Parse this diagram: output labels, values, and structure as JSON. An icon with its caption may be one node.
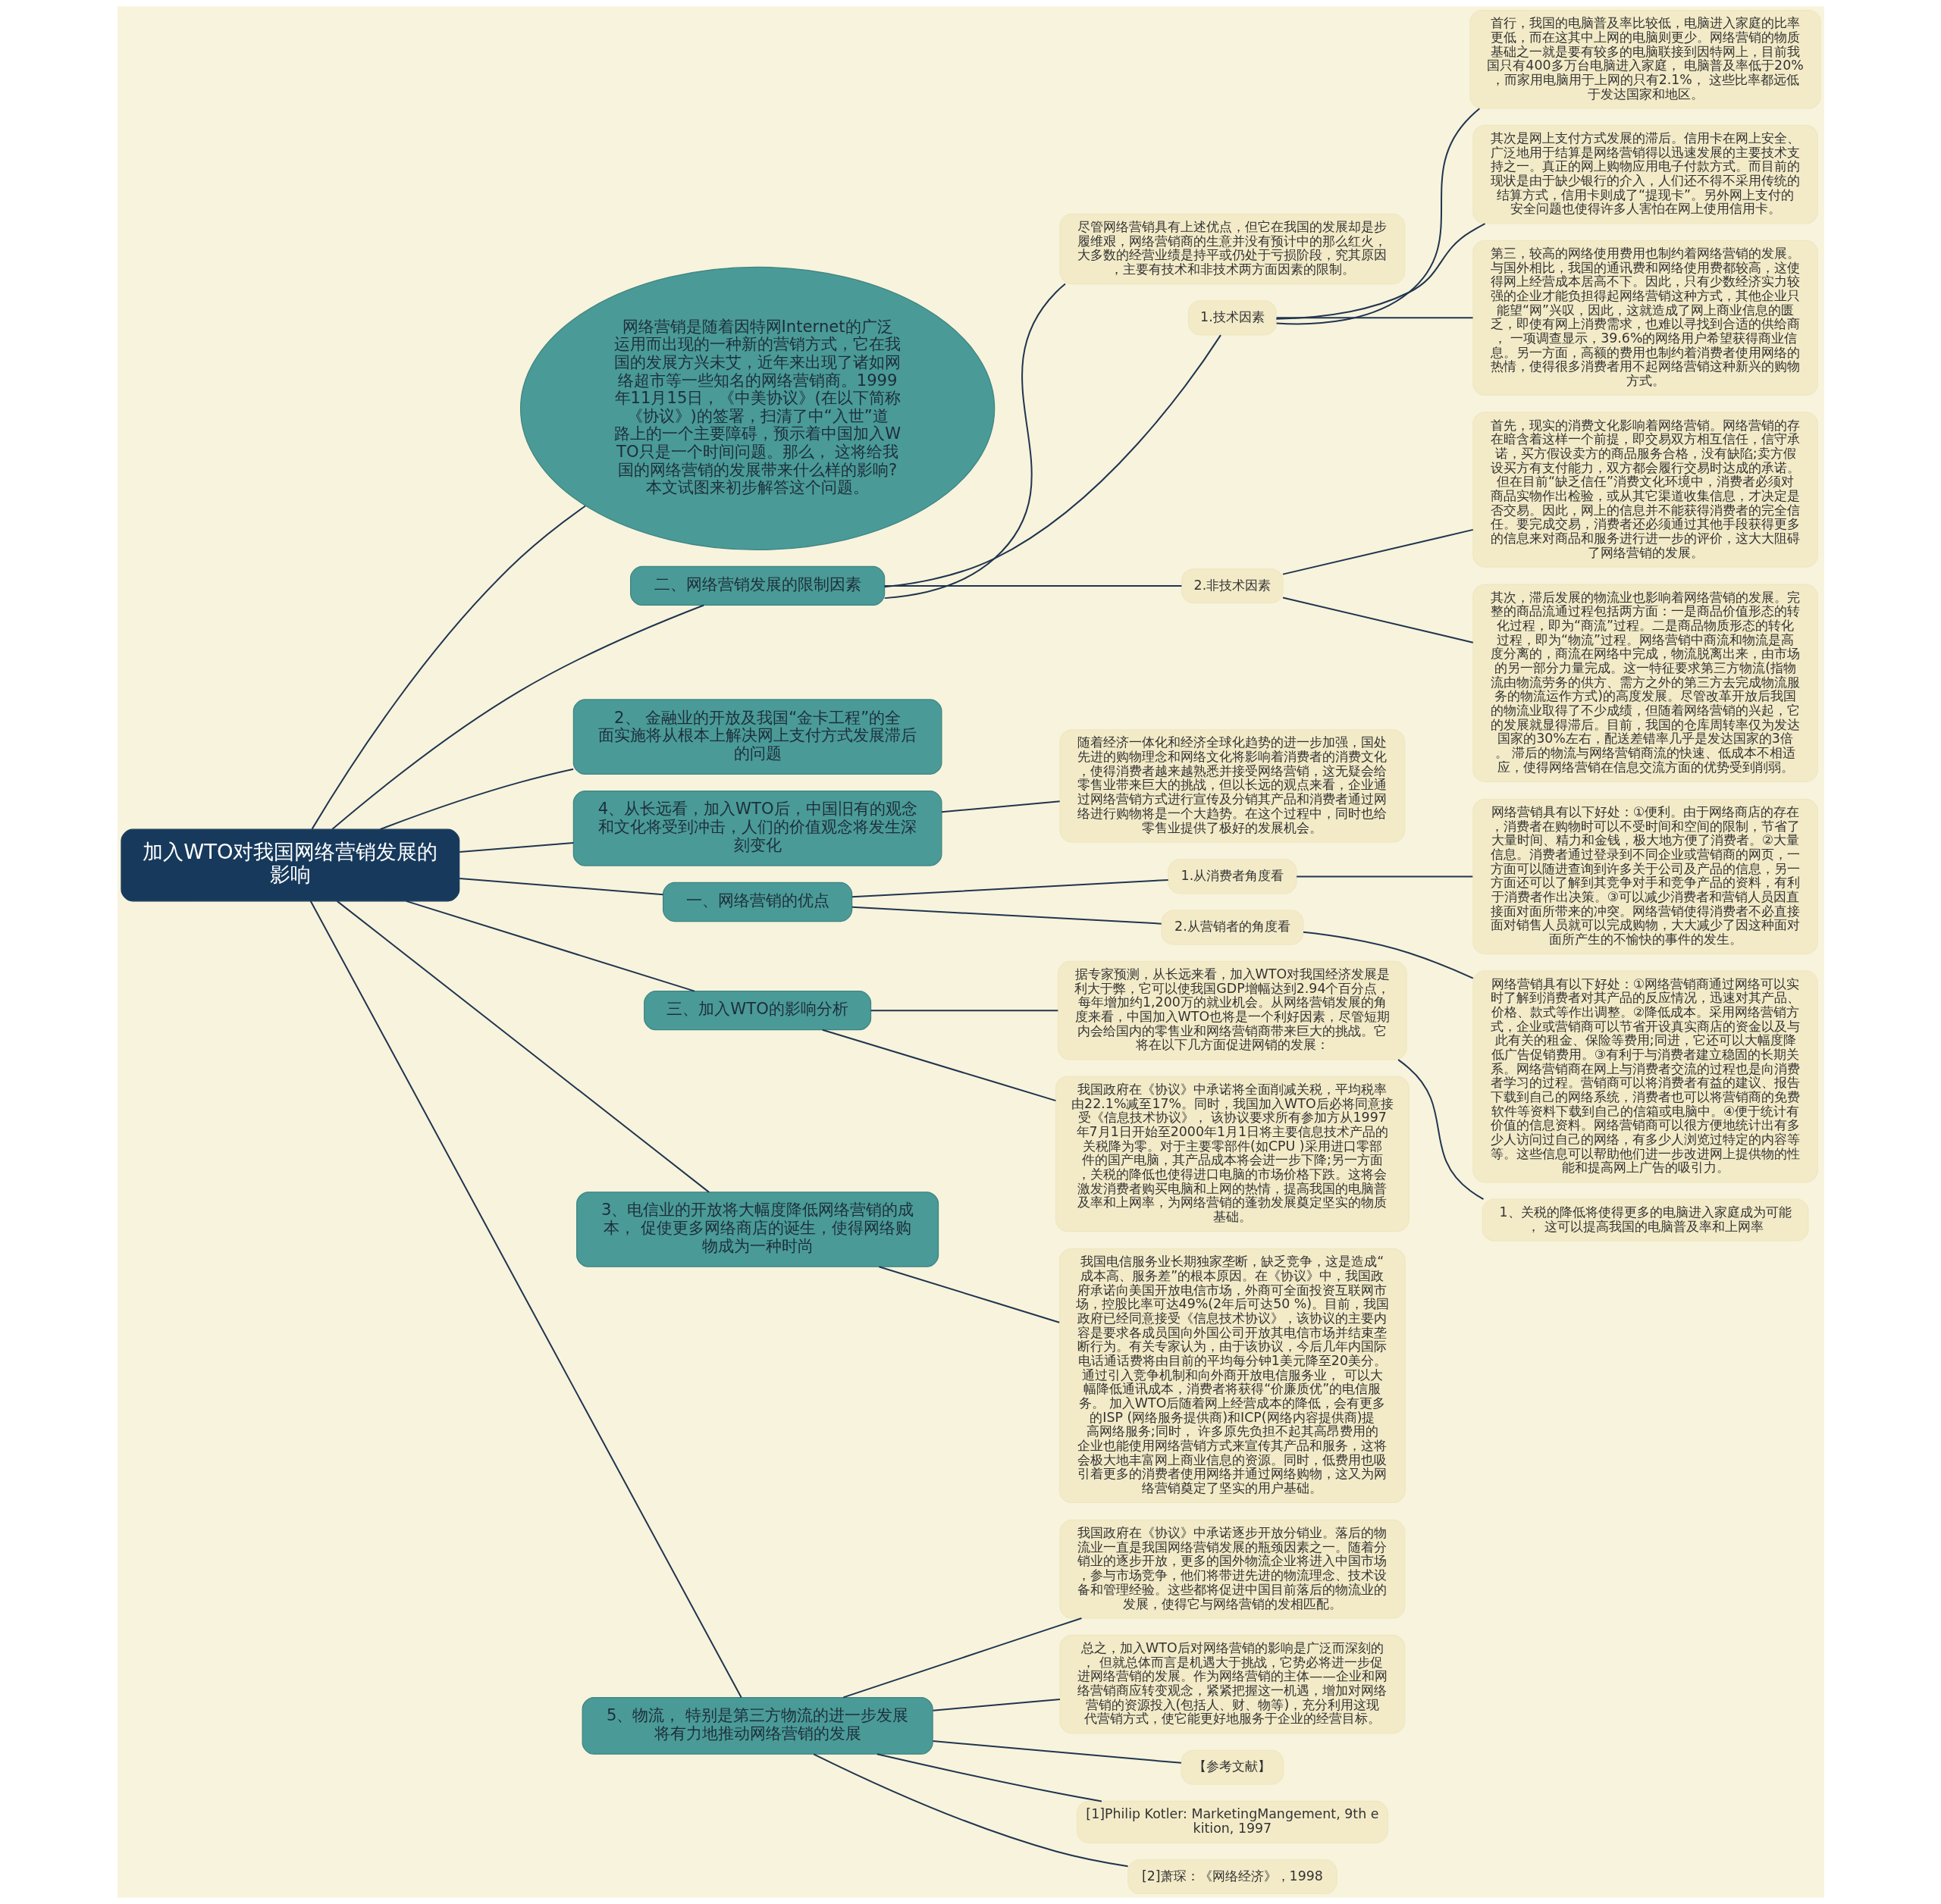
{
  "diagram": {
    "nodes": [
      {
        "text": [
          "加入WTO对我国网络营销发展的影响"
        ]
      },
      {
        "text": [
          "网络营销是随着因特网Internet的广泛运用而出现的一种新的营销方式，它在我国的发展方兴未艾，近年来出现了诸如网络超市等一些知名的网络营销商。1999年11月15日，《中美协议》(在以下简称《协议》)的签署，扫清了中“入世”道路上的一个主要障碍，预示着中国加入WTO只是一个时间问题。那么， 这将给我国的网络营销的发展带来什么样的影响?本文试图来初步解答这个问题。"
        ]
      },
      {
        "text": [
          "二、网络营销发展的限制因素"
        ]
      },
      {
        "text": [
          "尽管网络营销具有上述优点，但它在我国的发展却是步履维艰，网络营销商的生意并没有预计中的那么红火，大多数的经营业绩是持平或仍处于亏损阶段，究其原因，主要有技术和非技术两方面因素的限制。"
        ]
      },
      {
        "text": [
          "1.技术因素"
        ]
      },
      {
        "text": [
          "首行，我国的电脑普及率比较低，电脑进入家庭的比率更低，而在这其中上网的电脑则更少。网络营销的物质基础之一就是要有较多的电脑联接到因特网上，目前我国只有400多万台电脑进入家庭， 电脑普及率低于20%，而家用电脑用于上网的只有2.1%， 这些比率都远低于发达国家和地区。"
        ]
      },
      {
        "text": [
          "其次是网上支付方式发展的滞后。信用卡在网上安全、广泛地用于结算是网络营销得以迅速发展的主要技术支持之一。真正的网上购物应用电子付款方式。而目前的现状是由于缺少银行的介入，人们还不得不采用传统的结算方式，信用卡则成了“提现卡”。另外网上支付的安全问题也使得许多人害怕在网上使用信用卡。"
        ]
      },
      {
        "text": [
          "第三，较高的网络使用费用也制约着网络营销的发展。与国外相比，我国的通讯费和网络使用费都较高，这使得网上经营成本居高不下。因此，只有少数经济实力较强的企业才能负担得起网络营销这种方式，其他企业只能望“网”兴叹，因此，这就造成了网上商业信息的匮乏，即使有网上消费需求，也难以寻找到合适的供给商， 一项调查显示，39.6%的网络用户希望获得商业信息。另一方面，高额的费用也制约着消费者使用网络的热情，使得很多消费者用不起网络营销这种新兴的购物方式。"
        ]
      },
      {
        "text": [
          "2.非技术因素"
        ]
      },
      {
        "text": [
          "首先，现实的消费文化影响着网络营销。网络营销的存在暗含着这样一个前提，即交易双方相互信任，信守承诺，买方假设卖方的商品服务合格，没有缺陷;卖方假设买方有支付能力，双方都会履行交易时达成的承诺。但在目前“缺乏信任”消费文化环境中，消费者必须对商品实物作出检验，或从其它渠道收集信息，才决定是否交易。因此，网上的信息并不能获得消费者的完全信任。要完成交易，消费者还必须通过其他手段获得更多的信息来对商品和服务进行进一步的评价，这大大阻碍了网络营销的发展。"
        ]
      },
      {
        "text": [
          "其次，滞后发展的物流业也影响着网络营销的发展。完整的商品流通过程包括两方面：一是商品价值形态的转化过程，即为“商流”过程。二是商品物质形态的转化过程，即为“物流”过程。网络营销中商流和物流是高度分离的，商流在网络中完成，物流脱离出来，由市场的另一部分力量完成。这一特征要求第三方物流(指物流由物流劳务的供方、需方之外的第三方去完成物流服务的物流运作方式)的高度发展。尽管改革开放后我国的物流业取得了不少成绩，但随着网络营销的兴起，它的发展就显得滞后。目前，我国的仓库周转率仅为发达国家的30%左右，配送差错率几乎是发达国家的3倍。 滞后的物流与网络营销商流的快速、低成本不相适应，使得网络营销在信息交流方面的优势受到削弱。"
        ]
      },
      {
        "text": [
          "2、 金融业的开放及我国“金卡工程”的全面实施将从根本上解决网上支付方式发展滞后的问题"
        ]
      },
      {
        "text": [
          "4、从长远看，加入WTO后，中国旧有的观念和文化将受到冲击，人们的价值观念将发生深刻变化"
        ]
      },
      {
        "text": [
          "随着经济一体化和经济全球化趋势的进一步加强，国处先进的购物理念和网络文化将影响着消费者的消费文化，使得消费者越来越熟悉并接受网络营销，这无疑会给零售业带来巨大的挑战，但以长远的观点来看，企业通过网络营销方式进行宣传及分销其产品和消费者通过网络进行购物将是一个大趋势。在这个过程中，同时也给零售业提供了极好的发展机会。"
        ]
      },
      {
        "text": [
          "一、网络营销的优点"
        ]
      },
      {
        "text": [
          "1.从消费者角度看"
        ]
      },
      {
        "text": [
          "网络营销具有以下好处：①便利。由于网络商店的存在，消费者在购物时可以不受时间和空间的限制，节省了大量时间、精力和金钱，极大地方便了消费者。②大量信息。消费者通过登录到不同企业或营销商的网页，一方面可以随进查询到许多关于公司及产品的信息，另一方面还可以了解到其竞争对手和竞争产品的资料，有利于消费者作出决策。③可以减少消费者和营销人员因直接面对面所带来的冲突。网络营销使得消费者不必直接面对销售人员就可以完成购物，大大减少了因这种面对面所产生的不愉快的事件的发生。"
        ]
      },
      {
        "text": [
          "2.从营销者的角度看"
        ]
      },
      {
        "text": [
          "网络营销具有以下好处：①网络营销商通过网络可以实时了解到消费者对其产品的反应情况，迅速对其产品、价格、款式等作出调整。②降低成本。采用网络营销方式，企业或营销商可以节省开设真实商店的资金以及与此有关的租金、保险等费用;同进，它还可以大幅度降低广告促销费用。③有利于与消费者建立稳固的长期关系。网络营销商在网上与消费者交流的过程也是向消费者学习的过程。营销商可以将消费者有益的建议、报告下载到自己的网络系统，消费者也可以将营销商的免费软件等资料下载到自己的信箱或电脑中。④便于统计有价值的信息资料。网络营销商可以很方便地统计出有多少人访问过自己的网络，有多少人浏览过特定的内容等等。这些信息可以帮助他们进一步改进网上提供物的性能和提高网上广告的吸引力。"
        ]
      },
      {
        "text": [
          "三、加入WTO的影响分析"
        ]
      },
      {
        "text": [
          "据专家预测，从长远来看，加入WTO对我国经济发展是利大于弊，它可以使我国GDP增幅达到2.94个百分点，每年增加约1,200万的就业机会。从网络营销发展的角度来看，中国加入WTO也将是一个利好因素，尽管短期内会给国内的零售业和网络营销商带来巨大的挑战。它将在以下几方面促进网销的发展："
        ]
      },
      {
        "text": [
          "1、关税的降低将使得更多的电脑进入家庭成为可能， 这可以提高我国的电脑普及率和上网率"
        ]
      },
      {
        "text": [
          "我国政府在《协议》中承诺将全面削减关税，平均税率由22.1%减至17%。同时，我国加入WTO后必将同意接受《信息技术协议》， 该协议要求所有参加方从1997年7月1日开始至2000年1月1日将主要信息技术产品的关税降为零。对于主要零部件(如CPU )采用进口零部件的国产电脑，其产品成本将会进一步下降;另一方面，关税的降低也使得进口电脑的市场价格下跌。这将会激发消费者购买电脑和上网的热情，提高我国的电脑普及率和上网率，为网络营销的蓬勃发展奠定坚实的物质基础。"
        ]
      },
      {
        "text": [
          "3、电信业的开放将大幅度降低网络营销的成本， 促使更多网络商店的诞生，使得网络购物成为一种时尚"
        ]
      },
      {
        "text": [
          "我国电信服务业长期独家垄断，缺乏竞争，这是造成“成本高、服务差”的根本原因。在《协议》中，我国政府承诺向美国开放电信市场，外商可全面投资互联网市场，控股比率可达49%(2年后可达50 %)。目前，我国政府已经同意接受《信息技术协议》，该协议的主要内容是要求各成员国向外国公司开放其电信市场并结束垄断行为。有关专家认为，由于该协议，今后几年内国际电话通话费将由目前的平均每分钟1美元降至20美分。通过引入竞争机制和向外商开放电信服务业， 可以大幅降低通讯成本，消费者将获得“价廉质优”的电信服务。 加入WTO后随着网上经营成本的降低，会有更多的ISP (网络服务提供商)和ICP(网络内容提供商)提高网络服务;同时， 许多原先负担不起其高昂费用的企业也能使用网络营销方式来宣传其产品和服务，这将会极大地丰富网上商业信息的资源。同时，低费用也吸引着更多的消费者使用网络并通过网络购物，这又为网络营销奠定了坚实的用户基础。"
        ]
      },
      {
        "text": [
          "5、物流， 特别是第三方物流的进一步发展将有力地推动网络营销的发展"
        ]
      },
      {
        "text": [
          "我国政府在《协议》中承诺逐步开放分销业。落后的物流业一直是我国网络营销发展的瓶颈因素之一。随着分销业的逐步开放，更多的国外物流企业将进入中国市场，参与市场竞争，他们将带进先进的物流理念、技术设备和管理经验。这些都将促进中国目前落后的物流业的发展，使得它与网络营销的发相匹配。"
        ]
      },
      {
        "text": [
          "总之，加入WTO后对网络营销的影响是广泛而深刻的， 但就总体而言是机遇大于挑战，它势必将进一步促进网络营销的发展。作为网络营销的主体——企业和网络营销商应转变观念，紧紧把握这一机遇，增加对网络营销的资源投入(包括人、财、物等)，充分利用这现代营销方式，使它能更好地服务于企业的经营目标。"
        ]
      },
      {
        "text": [
          "【参考文献】"
        ]
      },
      {
        "text": [
          "[1]Philip Kotler: MarketingMangement, 9th ekition, 1997"
        ]
      },
      {
        "text": [
          "[2]萧琛：《网络经济》，1998"
        ]
      }
    ],
    "edges": [
      {
        "from": 0,
        "to": 1,
        "arrow": "none"
      },
      {
        "from": 0,
        "to": 2,
        "arrow": "none"
      },
      {
        "from": 2,
        "to": 3,
        "arrow": "none"
      },
      {
        "from": 2,
        "to": 4,
        "arrow": "none"
      },
      {
        "from": 4,
        "to": 5,
        "arrow": "none"
      },
      {
        "from": 4,
        "to": 6,
        "arrow": "none"
      },
      {
        "from": 4,
        "to": 7,
        "arrow": "none"
      },
      {
        "from": 2,
        "to": 8,
        "arrow": "none"
      },
      {
        "from": 8,
        "to": 9,
        "arrow": "none"
      },
      {
        "from": 8,
        "to": 10,
        "arrow": "none"
      },
      {
        "from": 0,
        "to": 11,
        "arrow": "none"
      },
      {
        "from": 0,
        "to": 12,
        "arrow": "none"
      },
      {
        "from": 12,
        "to": 13,
        "arrow": "none"
      },
      {
        "from": 0,
        "to": 14,
        "arrow": "none"
      },
      {
        "from": 14,
        "to": 15,
        "arrow": "none"
      },
      {
        "from": 15,
        "to": 16,
        "arrow": "none"
      },
      {
        "from": 14,
        "to": 17,
        "arrow": "none"
      },
      {
        "from": 17,
        "to": 18,
        "arrow": "none"
      },
      {
        "from": 0,
        "to": 19,
        "arrow": "none"
      },
      {
        "from": 19,
        "to": 20,
        "arrow": "none"
      },
      {
        "from": 20,
        "to": 21,
        "arrow": "none"
      },
      {
        "from": 19,
        "to": 22,
        "arrow": "none"
      },
      {
        "from": 0,
        "to": 23,
        "arrow": "none"
      },
      {
        "from": 23,
        "to": 24,
        "arrow": "none"
      },
      {
        "from": 0,
        "to": 25,
        "arrow": "none"
      },
      {
        "from": 25,
        "to": 26,
        "arrow": "none"
      },
      {
        "from": 25,
        "to": 27,
        "arrow": "none"
      },
      {
        "from": 25,
        "to": 28,
        "arrow": "none"
      },
      {
        "from": 25,
        "to": 29,
        "arrow": "none"
      },
      {
        "from": 25,
        "to": 30,
        "arrow": "none"
      }
    ]
  }
}
